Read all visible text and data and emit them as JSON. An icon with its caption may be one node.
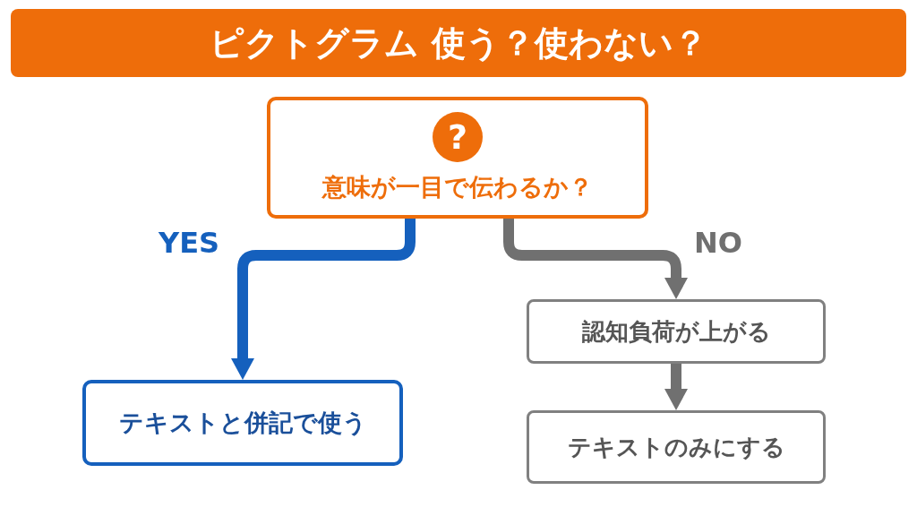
{
  "diagram": {
    "nodes": [
      {
        "text": [
          "ピクトグラム 使う？使わない？"
        ]
      },
      {
        "text": [
          "?",
          "意味が一目で伝わるか？"
        ]
      },
      {
        "text": [
          "テキストと併記で使う"
        ]
      },
      {
        "text": [
          "認知負荷が上がる"
        ]
      },
      {
        "text": [
          "テキストのみにする"
        ]
      }
    ],
    "edges": [
      {
        "from": 1,
        "to": 2,
        "arrow": "to",
        "label": "YES",
        "color": "#1560bd"
      },
      {
        "from": 1,
        "to": 3,
        "arrow": "to",
        "label": "NO"
      },
      {
        "from": 3,
        "to": 4,
        "arrow": "to"
      }
    ]
  }
}
